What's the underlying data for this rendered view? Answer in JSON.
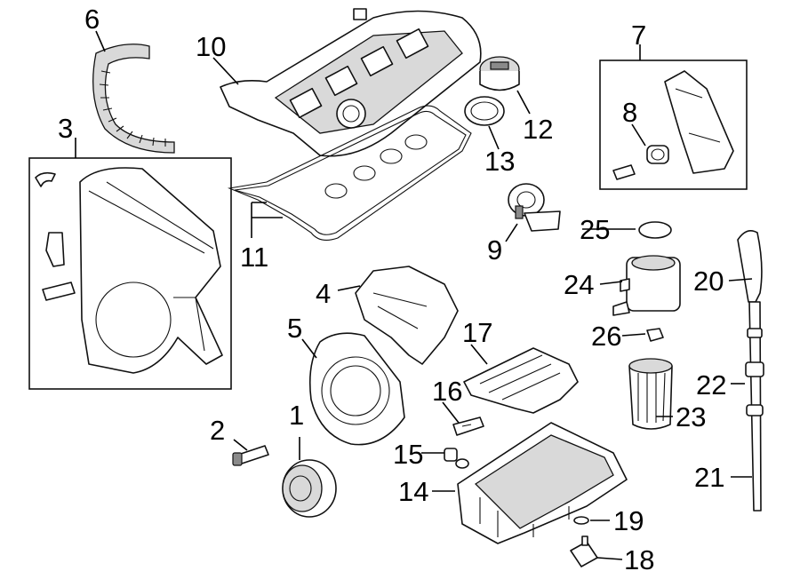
{
  "callouts": {
    "c1": "1",
    "c2": "2",
    "c3": "3",
    "c4": "4",
    "c5": "5",
    "c6": "6",
    "c7": "7",
    "c8": "8",
    "c9": "9",
    "c10": "10",
    "c11": "11",
    "c12": "12",
    "c13": "13",
    "c14": "14",
    "c15": "15",
    "c16": "16",
    "c17": "17",
    "c18": "18",
    "c19": "19",
    "c20": "20",
    "c21": "21",
    "c22": "22",
    "c23": "23",
    "c24": "24",
    "c25": "25",
    "c26": "26"
  },
  "colors": {
    "line": "#111111",
    "background": "#ffffff",
    "shade": "#d9d9d9"
  }
}
